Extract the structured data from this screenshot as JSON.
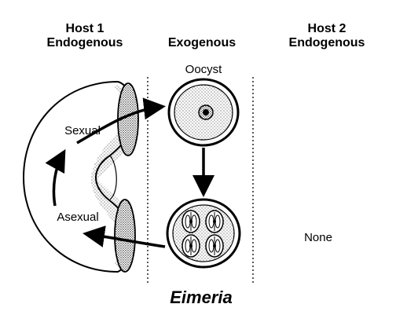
{
  "columns": {
    "host1": {
      "line1": "Host 1",
      "line2": "Endogenous"
    },
    "exogenous": {
      "line1": "Exogenous"
    },
    "host2": {
      "line1": "Host 2",
      "line2": "Endogenous"
    }
  },
  "labels": {
    "oocyst": "Oocyst",
    "sexual": "Sexual",
    "asexual": "Asexual",
    "none": "None"
  },
  "title": "Eimeria",
  "colors": {
    "ink": "#000000",
    "background": "#ffffff"
  }
}
